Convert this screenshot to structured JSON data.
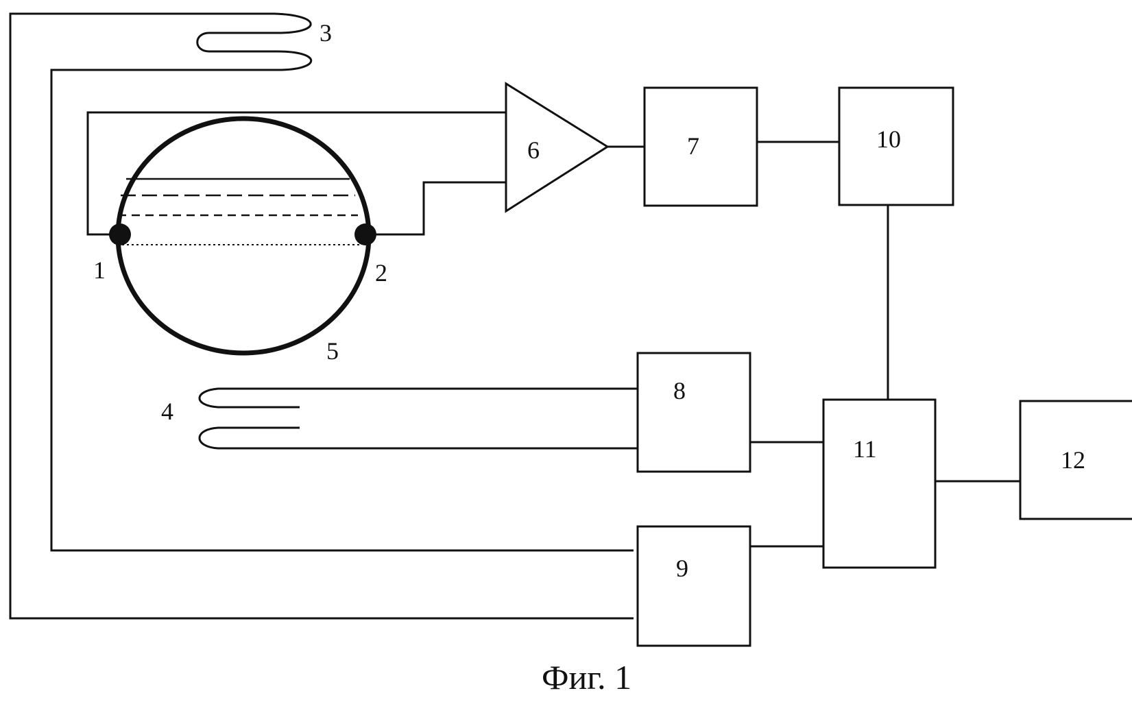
{
  "caption": "Фиг. 1",
  "labels": {
    "electrode_1": "1",
    "electrode_2": "2",
    "coil_3": "3",
    "coil_4": "4",
    "vessel_5": "5",
    "amplifier_6": "6",
    "block_7": "7",
    "block_8": "8",
    "block_9": "9",
    "block_10": "10",
    "block_11": "11",
    "block_12": "12"
  }
}
